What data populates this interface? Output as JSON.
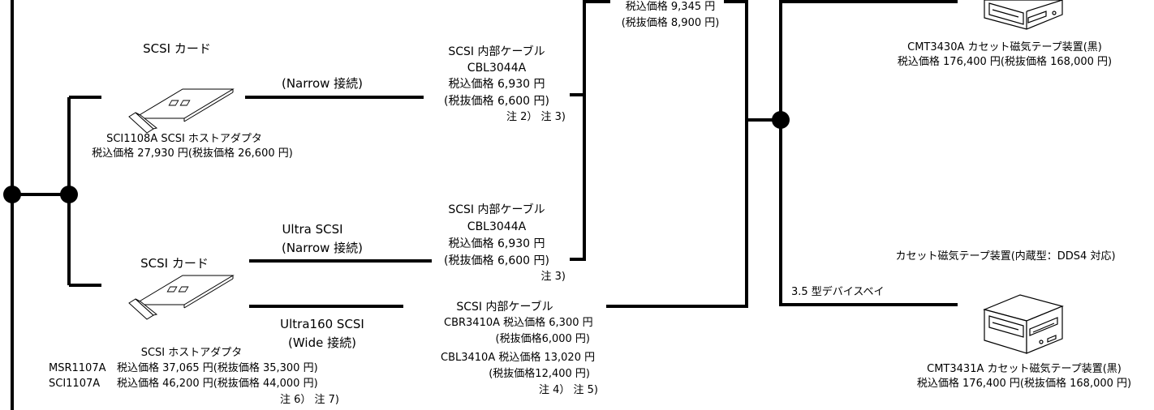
{
  "top_cable": {
    "price_tax_in": "税込価格 9,345 円",
    "price_tax_ex": "(税抜価格 8,900 円)"
  },
  "card1": {
    "title": "SCSI カード",
    "model": "SCI1108A  SCSI ホストアダプタ",
    "price": "税込価格 27,930 円(税抜価格 26,600 円)"
  },
  "conn1": {
    "label": "(Narrow 接続)"
  },
  "cable1": {
    "title": "SCSI 内部ケーブル",
    "model": "CBL3044A",
    "price_tax_in": "税込価格 6,930 円",
    "price_tax_ex": "(税抜価格 6,600 円)",
    "notes": "注 2） 注 3)"
  },
  "tape1": {
    "model": "CMT3430A  カセット磁気テープ装置(黒)",
    "price": "税込価格 176,400 円(税抜価格 168,000 円)"
  },
  "conn2": {
    "line1": "Ultra SCSI",
    "line2": "(Narrow 接続)"
  },
  "cable2": {
    "title": "SCSI 内部ケーブル",
    "model": "CBL3044A",
    "price_tax_in": "税込価格 6,930 円",
    "price_tax_ex": "(税抜価格 6,600 円)",
    "notes": "注 3)"
  },
  "card2": {
    "title": "SCSI カード",
    "name": "SCSI ホストアダプタ",
    "row1_model": "MSR1107A",
    "row1_price": "税込価格 37,065 円(税抜価格 35,300 円)",
    "row2_model": "SCI1107A",
    "row2_price": "税込価格 46,200 円(税抜価格 44,000 円)",
    "notes": "注 6） 注 7)"
  },
  "conn3": {
    "line1": "Ultra160 SCSI",
    "line2": "(Wide 接続)"
  },
  "cable3": {
    "title": "SCSI 内部ケーブル",
    "row1": "CBR3410A  税込価格 6,300 円",
    "row1_ex": "(税抜価格6,000 円)",
    "row2": "CBL3410A  税込価格 13,020 円",
    "row2_ex": "(税抜価格12,400 円)",
    "notes": "注 4） 注 5)"
  },
  "bay": {
    "header": "カセット磁気テープ装置(内蔵型：DDS4 対応)",
    "label": "3.5 型デバイスベイ"
  },
  "tape2": {
    "model": "CMT3431A  カセット磁気テープ装置(黒)",
    "price": "税込価格 176,400 円(税抜価格 168,000 円)"
  }
}
